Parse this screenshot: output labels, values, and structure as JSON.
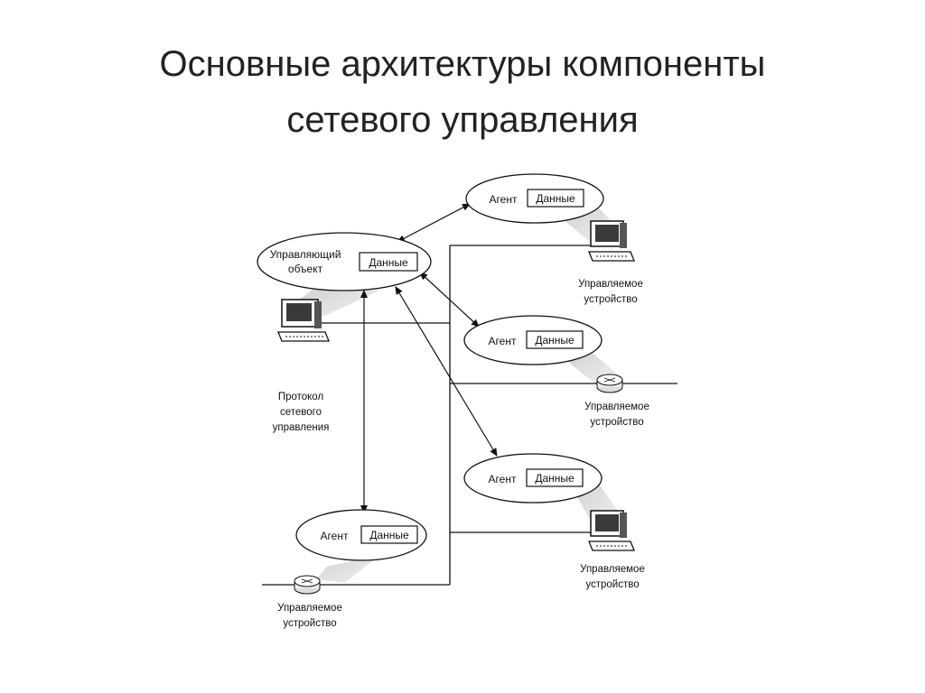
{
  "slide": {
    "title_line1": "Основные архитектуры компоненты",
    "title_line2": "сетевого управления"
  },
  "diagram": {
    "manager": {
      "line1": "Управляющий",
      "line2": "объект",
      "data": "Данные"
    },
    "agents": [
      {
        "agent": "Агент",
        "data": "Данные"
      },
      {
        "agent": "Агент",
        "data": "Данные"
      },
      {
        "agent": "Агент",
        "data": "Данные"
      },
      {
        "agent": "Агент",
        "data": "Данные"
      }
    ],
    "devices": [
      {
        "line1": "Управляемое",
        "line2": "устройство"
      },
      {
        "line1": "Управляемое",
        "line2": "устройство"
      },
      {
        "line1": "Управляемое",
        "line2": "устройство"
      },
      {
        "line1": "Управляемое",
        "line2": "устройство"
      }
    ],
    "protocol": {
      "line1": "Протокол",
      "line2": "сетевого",
      "line3": "управления"
    }
  }
}
